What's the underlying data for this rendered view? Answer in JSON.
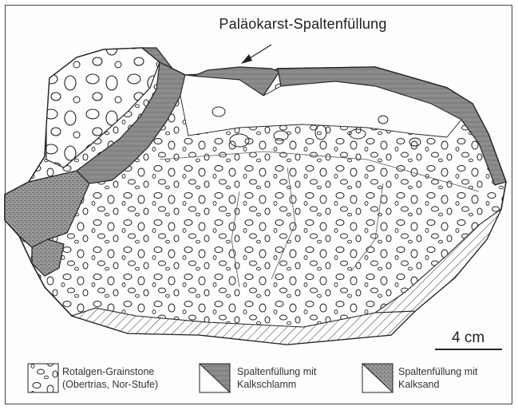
{
  "figure": {
    "title": "Paläokarst-Spaltenfüllung",
    "scale_label": "4 cm"
  },
  "legend": [
    {
      "line1": "Rotalgen-Grainstone",
      "line2": "(Obertrias, Nor-Stufe)",
      "swatch": "clast-pattern-swatch"
    },
    {
      "line1": "Spaltenfüllung mit",
      "line2": "Kalkschlamm",
      "swatch": "laminated-fill-swatch"
    },
    {
      "line1": "Spaltenfüllung mit",
      "line2": "Kalksand",
      "swatch": "stippled-fill-swatch"
    }
  ],
  "colors": {
    "ink": "#222222",
    "mud_fill": "#8c8c8c",
    "sand_fill": "#9a9a9a",
    "paper": "#fdfdfb"
  }
}
